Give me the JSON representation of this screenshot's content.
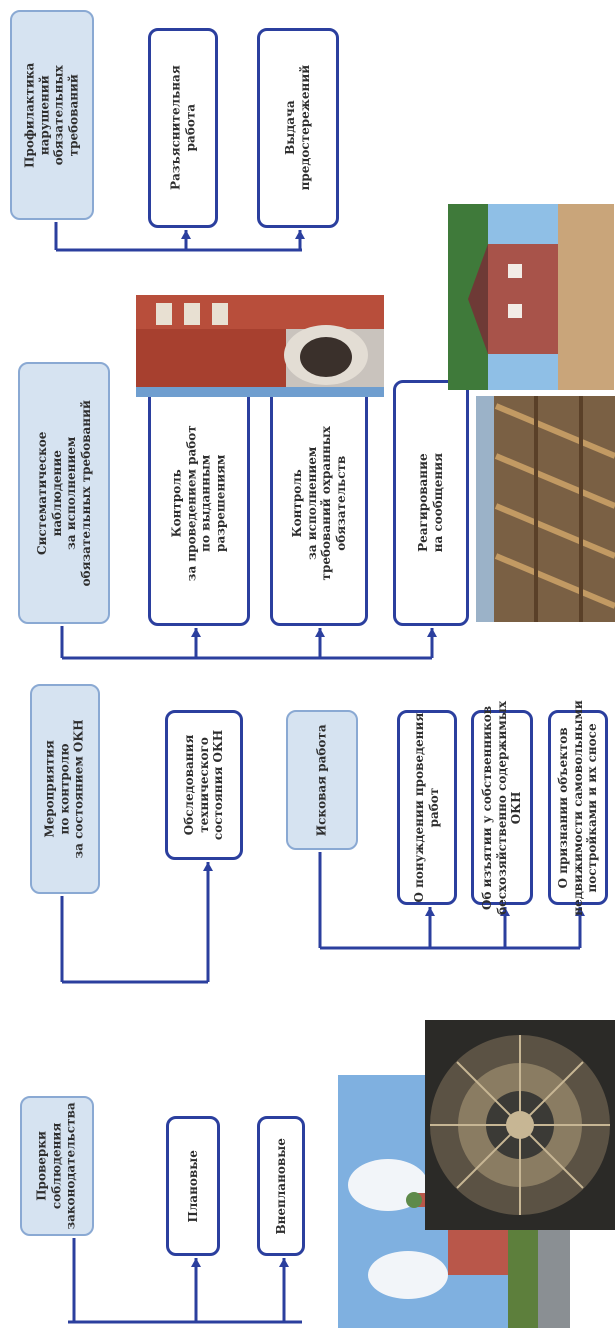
{
  "groups": [
    {
      "id": "inspections",
      "header_lines": [
        "Проверки",
        "соблюдения",
        "законодательства"
      ],
      "children": [
        {
          "lines": [
            "Плановые"
          ]
        },
        {
          "lines": [
            "Внеплановые"
          ]
        }
      ]
    },
    {
      "id": "condition-control",
      "header_lines": [
        "Мероприятия",
        "по контролю",
        "за состоянием ОКН"
      ],
      "children": [
        {
          "lines": [
            "Обследования",
            "технического",
            "состояния ОКН"
          ]
        }
      ]
    },
    {
      "id": "lawsuits",
      "header_lines": [
        "Исковая работа"
      ],
      "children": [
        {
          "lines": [
            "О понуждении проведения",
            "работ"
          ]
        },
        {
          "lines": [
            "Об изъятии у собственников",
            "бесхозяйственно содержимых",
            "ОКН"
          ]
        },
        {
          "lines": [
            "О признании объектов",
            "недвижимости самовольными",
            "постройками и их сносе"
          ]
        }
      ]
    },
    {
      "id": "systematic-observation",
      "header_lines": [
        "Систематическое",
        "наблюдение",
        "за исполнением",
        "обязательных требований"
      ],
      "children": [
        {
          "lines": [
            "Контроль",
            "за проведением работ",
            "по выданным",
            "разрешениям"
          ]
        },
        {
          "lines": [
            "Контроль",
            "за исполнением",
            "требований охранных",
            "обязательств"
          ]
        },
        {
          "lines": [
            "Реагирование",
            "на сообщения"
          ]
        }
      ]
    },
    {
      "id": "prevention",
      "header_lines": [
        "Профилактика",
        "нарушений",
        "обязательных",
        "требований"
      ],
      "children": [
        {
          "lines": [
            "Разъяснительная",
            "работа"
          ]
        },
        {
          "lines": [
            "Выдача",
            "предостережений"
          ]
        }
      ]
    }
  ],
  "colors": {
    "header_fill": "#d6e3f1",
    "header_border": "#8aa9d3",
    "child_border": "#2b3f9e",
    "connector": "#2b3f9e",
    "text": "#2e2e2e"
  }
}
